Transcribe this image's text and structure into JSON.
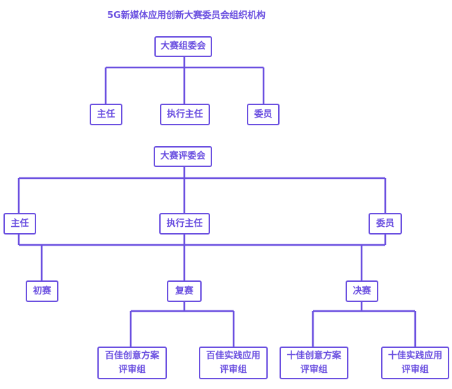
{
  "title": "5G新媒体应用创新大赛委员会组织机构",
  "color": "#6a4fe0",
  "organizing_committee": {
    "label": "大赛组委会",
    "children": [
      "主任",
      "执行主任",
      "委员"
    ]
  },
  "jury_committee": {
    "label": "大赛评委会",
    "members": [
      "主任",
      "执行主任",
      "委员"
    ],
    "rounds": [
      "初赛",
      "复赛",
      "决赛"
    ],
    "semifinal_groups": [
      {
        "line1": "百佳创意方案",
        "line2": "评审组"
      },
      {
        "line1": "百佳实践应用",
        "line2": "评审组"
      }
    ],
    "final_groups": [
      {
        "line1": "十佳创意方案",
        "line2": "评审组"
      },
      {
        "line1": "十佳实践应用",
        "line2": "评审组"
      }
    ]
  }
}
